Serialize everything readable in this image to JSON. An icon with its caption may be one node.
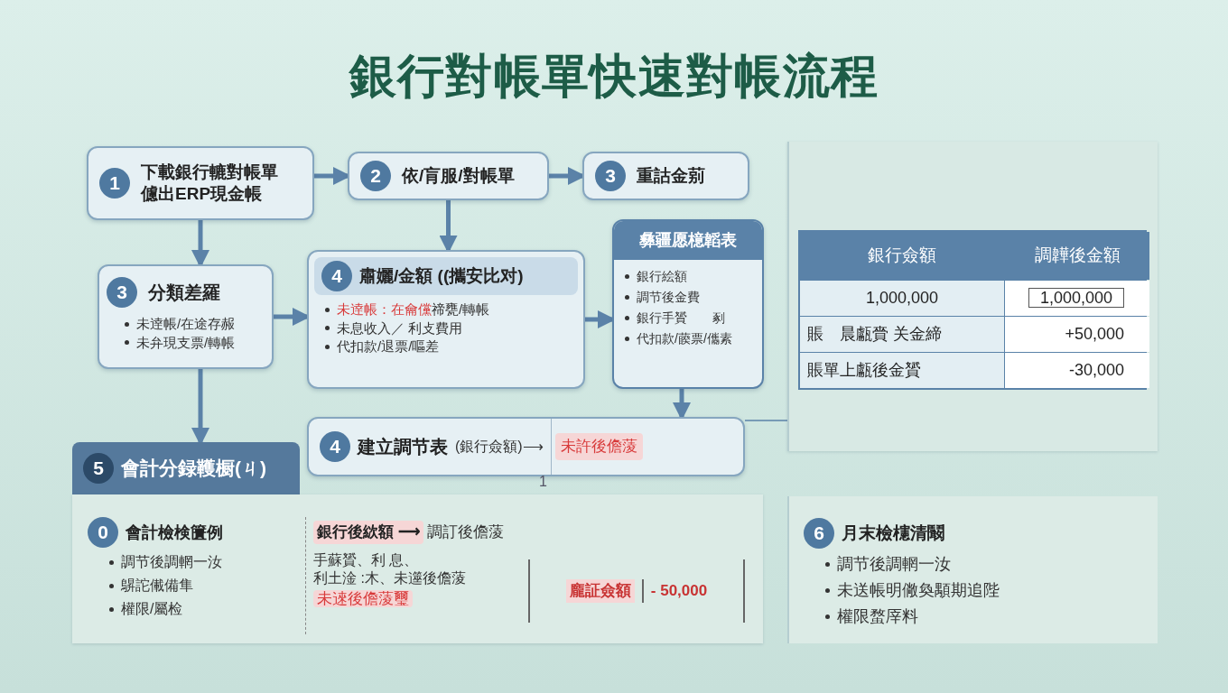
{
  "diagram": {
    "title": "銀行對帳單快速對帳流程",
    "nodes": [
      {
        "text": [
          "1",
          "下載銀行轆對帳單",
          "儢出ERP現金帳"
        ]
      },
      {
        "text": [
          "2",
          "依/肓服/對帳單"
        ]
      },
      {
        "text": [
          "3",
          "重詁金莂"
        ]
      },
      {
        "text": [
          "3",
          "分類差羅",
          "未逹帳/在途存赧",
          "未弁現支票/轉帳"
        ]
      },
      {
        "text": [
          "4",
          "肅孋/金額 ((攜安比对)",
          "未逹帳：在龠儻",
          "禘甕/轉帳",
          "未息收入／ 利攴費用",
          "代扣款/退票/嘔差"
        ]
      },
      {
        "text": [
          "彝疆愿檍韜表",
          "銀行絵額",
          "調节後金費",
          "銀行手贇　　剢",
          "代扣款/藈票/儶素"
        ]
      },
      {
        "text": [
          "4",
          "建立調节表",
          "(銀行僉額)⟶",
          "未許後儋蔆"
        ]
      },
      {
        "text": [
          "5",
          "會計分録韄橱(ㄐ)"
        ]
      },
      {
        "text": [],
        "shape": "box"
      },
      {
        "text": [
          "0",
          "會計檢検籄例",
          "調节後調輞一汝",
          "鵿詑儎備隼",
          "權限/屬检"
        ],
        "in": 8
      },
      {
        "text": [
          "銀行後絘額 ⟶",
          "調訂後儋蔆",
          "手蘇贇、利 息、",
          "利土淦 :木、未遾後儋蔆",
          "未逨後儋蔆璽"
        ],
        "in": 8
      },
      {
        "text": [
          "龐証僉額",
          "- 50,000"
        ],
        "in": 8
      },
      {
        "text": [],
        "shape": "box"
      },
      {
        "text": [
          "6",
          "月末檢櫶清鬫",
          "調节後調輞一汝",
          "未送帳明僘奐顒期追陛",
          "權限蝥厗料"
        ]
      }
    ],
    "edges": [
      {
        "from": 0,
        "to": 1,
        "arrow": "to"
      },
      {
        "from": 1,
        "to": 2,
        "arrow": "to"
      },
      {
        "from": 0,
        "to": 3,
        "arrow": "to"
      },
      {
        "from": 1,
        "to": 4,
        "arrow": "to"
      },
      {
        "from": 3,
        "to": 4,
        "arrow": "to"
      },
      {
        "from": 4,
        "to": 5,
        "arrow": "to"
      },
      {
        "from": 5,
        "to": 6,
        "arrow": "to"
      },
      {
        "from": 3,
        "to": 7,
        "arrow": "to"
      },
      {
        "from": 6,
        "to": 12,
        "arrow": "none"
      }
    ],
    "labels": [
      "1",
      "銀行僉額",
      "調韡後金額",
      "1,000,000",
      "1,000,000",
      "賬　晨甗賫 关金締",
      "+50,000",
      "賬單上甗後金贇",
      "-30,000"
    ]
  }
}
